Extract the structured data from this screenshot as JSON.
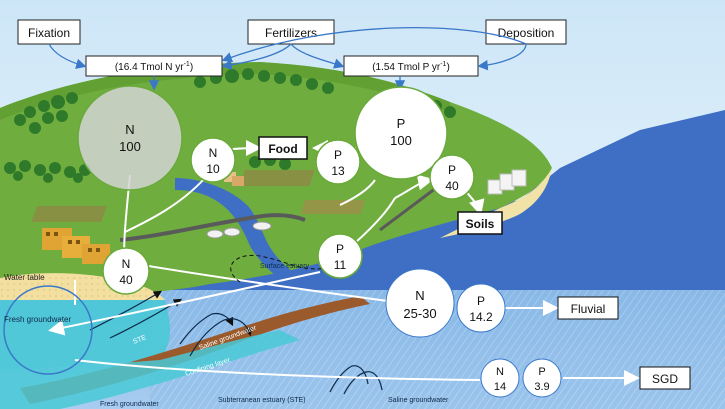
{
  "sources": {
    "fixation": "Fixation",
    "fertilizers": "Fertilizers",
    "deposition": "Deposition"
  },
  "inputs": {
    "nitrogen_prefix": "(16.4 Tmol N yr",
    "nitrogen_suffix": ")",
    "phosphorus_prefix": "(1.54 Tmol P yr",
    "phosphorus_suffix": ")",
    "exponent": "-1"
  },
  "pools": {
    "n_land": {
      "element": "N",
      "value": "100"
    },
    "n_food": {
      "element": "N",
      "value": "10"
    },
    "n_groundwater": {
      "element": "N",
      "value": "40"
    },
    "p_land": {
      "element": "P",
      "value": "100"
    },
    "p_food": {
      "element": "P",
      "value": "13"
    },
    "p_soils": {
      "element": "P",
      "value": "40"
    },
    "p_estuary": {
      "element": "P",
      "value": "11"
    },
    "n_fluvial": {
      "element": "N",
      "value": "25-30"
    },
    "p_fluvial": {
      "element": "P",
      "value": "14.2"
    },
    "n_sgd": {
      "element": "N",
      "value": "14"
    },
    "p_sgd": {
      "element": "P",
      "value": "3.9"
    }
  },
  "sinks": {
    "food": "Food",
    "soils": "Soils",
    "fluvial": "Fluvial",
    "sgd": "SGD"
  },
  "annotations": {
    "water_table": "Water table",
    "fresh_groundwater": "Fresh groundwater",
    "ste": "STE",
    "saline_groundwater_mid": "Saline groundwater",
    "confining_layer": "Confining layer",
    "fresh_groundwater_bottom": "Fresh groundwater",
    "subterranean_estuary": "Subterranean estuary (STE)",
    "saline_groundwater_right": "Saline groundwater",
    "surface_estuary": "Surface estuary"
  },
  "colors": {
    "sky": "#dbeefa",
    "land": "#6fae3e",
    "sea": "#3e6fc4",
    "arrow_blue": "#3a78c8",
    "pool_border": "#6aaa3a",
    "aquifer": "#49c9d6",
    "confining": "#9b5a2c"
  }
}
